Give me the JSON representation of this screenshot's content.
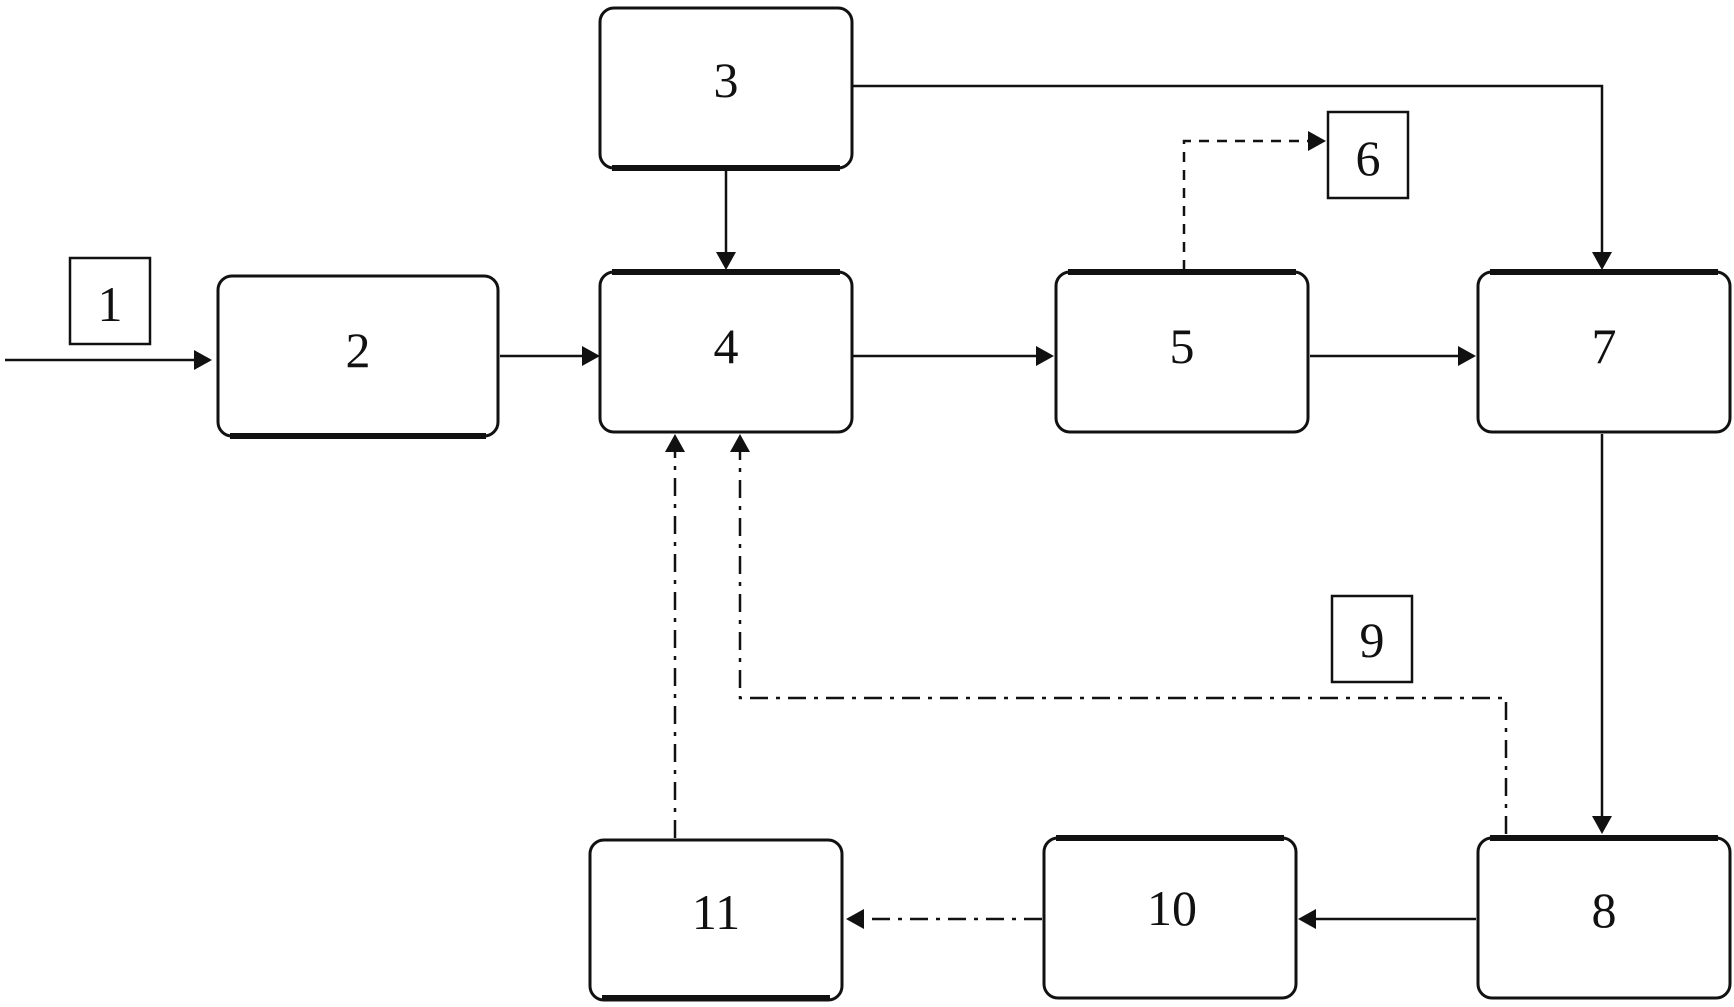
{
  "diagram": {
    "nodes": [
      {
        "id": "1",
        "label": "1",
        "kind": "tag"
      },
      {
        "id": "2",
        "label": "2",
        "kind": "block"
      },
      {
        "id": "3",
        "label": "3",
        "kind": "block"
      },
      {
        "id": "4",
        "label": "4",
        "kind": "block"
      },
      {
        "id": "5",
        "label": "5",
        "kind": "block"
      },
      {
        "id": "6",
        "label": "6",
        "kind": "tag"
      },
      {
        "id": "7",
        "label": "7",
        "kind": "block"
      },
      {
        "id": "8",
        "label": "8",
        "kind": "block"
      },
      {
        "id": "9",
        "label": "9",
        "kind": "tag"
      },
      {
        "id": "10",
        "label": "10",
        "kind": "block"
      },
      {
        "id": "11",
        "label": "11",
        "kind": "block"
      }
    ],
    "edges": [
      {
        "from": "1",
        "to": "2",
        "style": "solid"
      },
      {
        "from": "2",
        "to": "4",
        "style": "solid"
      },
      {
        "from": "3",
        "to": "4",
        "style": "solid"
      },
      {
        "from": "3",
        "to": "7",
        "style": "solid"
      },
      {
        "from": "4",
        "to": "5",
        "style": "solid"
      },
      {
        "from": "5",
        "to": "6",
        "style": "dashed"
      },
      {
        "from": "5",
        "to": "7",
        "style": "solid"
      },
      {
        "from": "7",
        "to": "8",
        "style": "solid"
      },
      {
        "from": "8",
        "to": "10",
        "style": "solid"
      },
      {
        "from": "8",
        "to": "4",
        "style": "dash-dot"
      },
      {
        "from": "10",
        "to": "11",
        "style": "dash-dot"
      },
      {
        "from": "11",
        "to": "4",
        "style": "dash-dot"
      }
    ]
  }
}
